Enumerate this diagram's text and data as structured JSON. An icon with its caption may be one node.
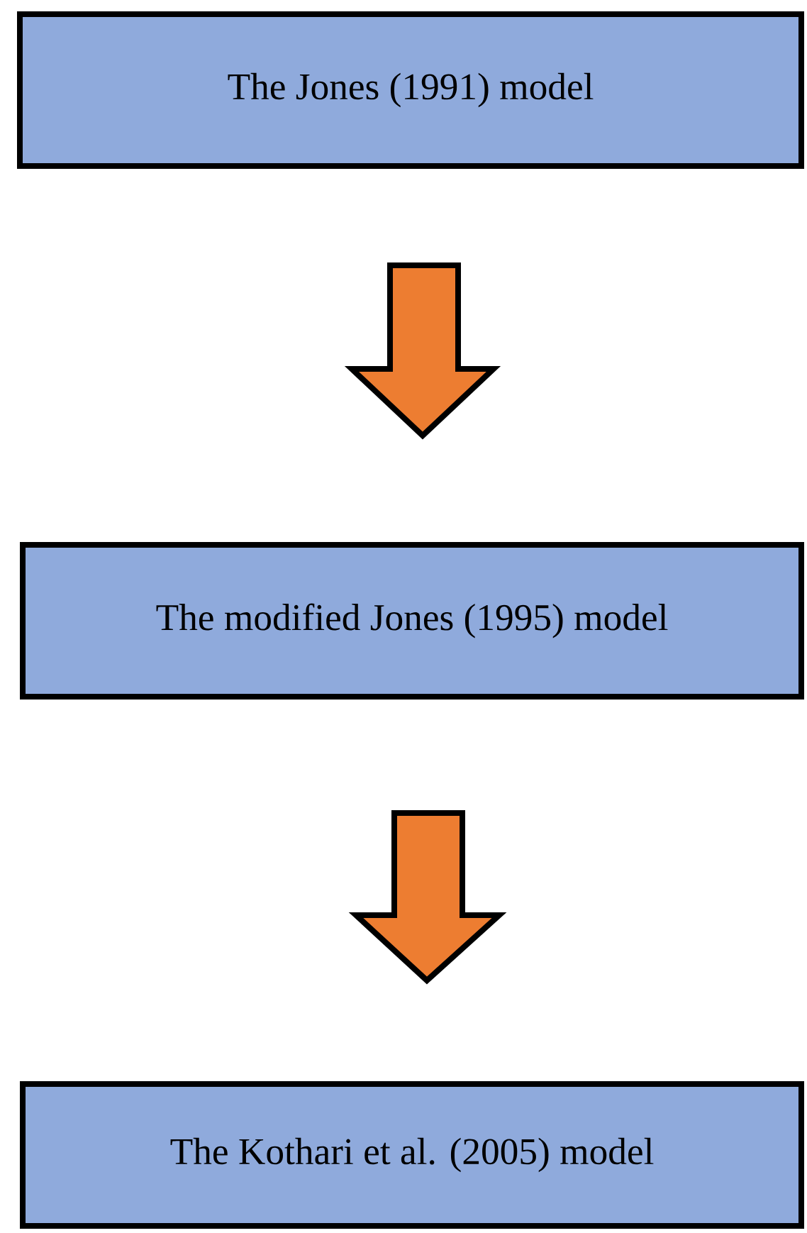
{
  "diagram": {
    "nodes": [
      {
        "text": [
          "The Jones (1991) model"
        ]
      },
      {
        "text": [
          "The modified Jones  (1995) model"
        ]
      },
      {
        "text": [
          "The Kothari et al. (2005) model"
        ]
      }
    ],
    "edges": [
      {
        "from": 0,
        "to": 1,
        "arrow": "to"
      },
      {
        "from": 1,
        "to": 2,
        "arrow": "to"
      }
    ]
  }
}
